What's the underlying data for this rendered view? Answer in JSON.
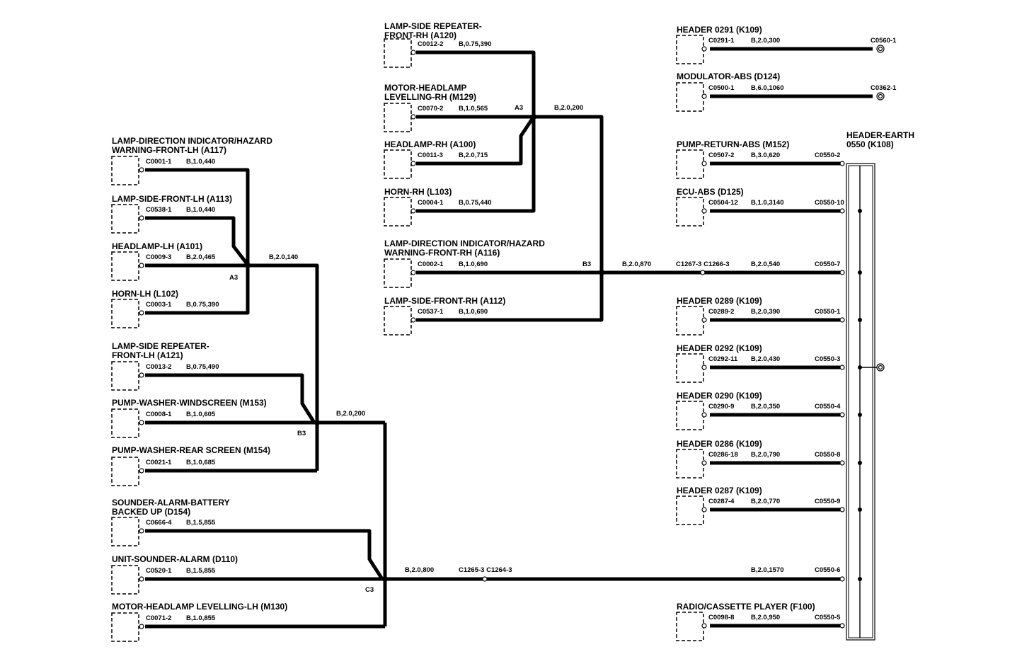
{
  "components": [
    {
      "id": "k0291",
      "lines": [
        "HEADER 0291 (K109)"
      ],
      "pin": "C0291-1",
      "wire": "B,2.0,300",
      "end": "C0560-1"
    },
    {
      "id": "d124",
      "lines": [
        "MODULATOR-ABS (D124)"
      ],
      "pin": "C0500-1",
      "wire": "B,6.0,1060",
      "end": "C0362-1"
    },
    {
      "id": "m152",
      "lines": [
        "PUMP-RETURN-ABS (M152)"
      ],
      "pin": "C0507-2",
      "wire": "B,3.0,620",
      "end": "C0550-2"
    },
    {
      "id": "d125",
      "lines": [
        "ECU-ABS (D125)"
      ],
      "pin": "C0504-12",
      "wire": "B,1.0,3140",
      "end": "C0550-10"
    },
    {
      "id": "k0289",
      "lines": [
        "HEADER 0289 (K109)"
      ],
      "pin": "C0289-2",
      "wire": "B,2.0,390",
      "end": "C0550-1"
    },
    {
      "id": "k0292",
      "lines": [
        "HEADER 0292 (K109)"
      ],
      "pin": "C0292-11",
      "wire": "B,2.0,430",
      "end": "C0550-3"
    },
    {
      "id": "k0290",
      "lines": [
        "HEADER 0290 (K109)"
      ],
      "pin": "C0290-9",
      "wire": "B,2.0,350",
      "end": "C0550-4"
    },
    {
      "id": "k0286",
      "lines": [
        "HEADER 0286 (K109)"
      ],
      "pin": "C0286-18",
      "wire": "B,2.0,790",
      "end": "C0550-8"
    },
    {
      "id": "k0287",
      "lines": [
        "HEADER 0287 (K109)"
      ],
      "pin": "C0287-4",
      "wire": "B,2.0,770",
      "end": "C0550-9"
    },
    {
      "id": "f100",
      "lines": [
        "RADIO/CASSETTE PLAYER (F100)"
      ],
      "pin": "C0098-8",
      "wire": "B,2.0,950",
      "end": "C0550-5"
    },
    {
      "id": "a120",
      "lines": [
        "LAMP-SIDE REPEATER-",
        "FRONT-RH (A120)"
      ],
      "pin": "C0012-2",
      "wire": "B,0.75,390"
    },
    {
      "id": "m129",
      "lines": [
        "MOTOR-HEADLAMP",
        "LEVELLING-RH (M129)"
      ],
      "pin": "C0070-2",
      "wire": "B,1.0,565"
    },
    {
      "id": "a100",
      "lines": [
        "HEADLAMP-RH (A100)"
      ],
      "pin": "C0011-3",
      "wire": "B,2.0,715"
    },
    {
      "id": "l103",
      "lines": [
        "HORN-RH (L103)"
      ],
      "pin": "C0004-1",
      "wire": "B,0.75,440"
    },
    {
      "id": "a116",
      "lines": [
        "LAMP-DIRECTION INDICATOR/HAZARD",
        "WARNING-FRONT-RH (A116)"
      ],
      "pin": "C0002-1",
      "wire": "B,1.0,690"
    },
    {
      "id": "a112",
      "lines": [
        "LAMP-SIDE-FRONT-RH (A112)"
      ],
      "pin": "C0537-1",
      "wire": "B,1.0,690"
    },
    {
      "id": "a117",
      "lines": [
        "LAMP-DIRECTION INDICATOR/HAZARD",
        "WARNING-FRONT-LH (A117)"
      ],
      "pin": "C0001-1",
      "wire": "B,1.0,440"
    },
    {
      "id": "a113",
      "lines": [
        "LAMP-SIDE-FRONT-LH (A113)"
      ],
      "pin": "C0538-1",
      "wire": "B,1.0,440"
    },
    {
      "id": "a101",
      "lines": [
        "HEADLAMP-LH (A101)"
      ],
      "pin": "C0009-3",
      "wire": "B,2.0,465"
    },
    {
      "id": "l102",
      "lines": [
        "HORN-LH (L102)"
      ],
      "pin": "C0003-1",
      "wire": "B,0.75,390"
    },
    {
      "id": "a121",
      "lines": [
        "LAMP-SIDE REPEATER-",
        "FRONT-LH (A121)"
      ],
      "pin": "C0013-2",
      "wire": "B,0.75,490"
    },
    {
      "id": "m153",
      "lines": [
        "PUMP-WASHER-WINDSCREEN (M153)"
      ],
      "pin": "C0008-1",
      "wire": "B,1.0,605"
    },
    {
      "id": "m154",
      "lines": [
        "PUMP-WASHER-REAR SCREEN (M154)"
      ],
      "pin": "C0021-1",
      "wire": "B,1.0,685"
    },
    {
      "id": "d154",
      "lines": [
        "SOUNDER-ALARM-BATTERY",
        "BACKED UP (D154)"
      ],
      "pin": "C0666-4",
      "wire": "B,1.5,855"
    },
    {
      "id": "d110",
      "lines": [
        "UNIT-SOUNDER-ALARM (D110)"
      ],
      "pin": "C0520-1",
      "wire": "B,1.5,855"
    },
    {
      "id": "m130",
      "lines": [
        "MOTOR-HEADLAMP LEVELLING-LH (M130)"
      ],
      "pin": "C0071-2",
      "wire": "B,1.0,855"
    }
  ],
  "header_earth": {
    "lines": [
      "HEADER-EARTH",
      "0550 (K108)"
    ]
  },
  "trunk_labels": [
    {
      "id": "rh_a3_out",
      "text": "B,2.0,200"
    },
    {
      "id": "rh_b3_out",
      "text": "B,2.0,870"
    },
    {
      "id": "rh_b3_mid",
      "text": "C1267-3 C1266-3"
    },
    {
      "id": "rh_b3_end",
      "text": "B,2.0,540"
    },
    {
      "id": "rh_b3_pin",
      "text": "C0550-7"
    },
    {
      "id": "lh_a3_out",
      "text": "B,2.0,140"
    },
    {
      "id": "lh_b3_out",
      "text": "B,2.0,200"
    },
    {
      "id": "lh_c3_out",
      "text": "B,2.0,800"
    },
    {
      "id": "lh_c3_mid",
      "text": "C1265-3 C1264-3"
    },
    {
      "id": "lh_c3_end",
      "text": "B,2.0,1570"
    },
    {
      "id": "lh_c3_pin",
      "text": "C0550-6"
    }
  ],
  "splices": [
    {
      "id": "rh_a3",
      "text": "A3"
    },
    {
      "id": "rh_b3",
      "text": "B3"
    },
    {
      "id": "lh_a3",
      "text": "A3"
    },
    {
      "id": "lh_b3",
      "text": "B3"
    },
    {
      "id": "lh_c3",
      "text": "C3"
    }
  ]
}
